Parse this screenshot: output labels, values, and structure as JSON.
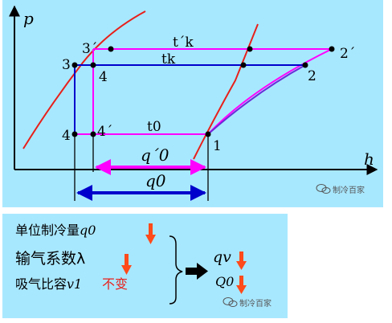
{
  "diagram": {
    "axis_p": "p",
    "axis_h": "h",
    "points": {
      "p1": "1",
      "p2": "2",
      "p2p": "2´",
      "p3": "3",
      "p3p": "3´",
      "p4top": "4",
      "p4bottom": "4",
      "p4p": "4´"
    },
    "lines": {
      "tk_prime": "t´k",
      "tk": "tk",
      "t0": "t0"
    },
    "spans": {
      "q0_prime": "q´0",
      "q0": "q0"
    },
    "watermark": "制冷百家",
    "colors": {
      "saturation_curve": "#e8201a",
      "pink_line": "#ff00ff",
      "blue_line": "#0000cc",
      "process_curve": "#6a2bd8"
    }
  },
  "factors": {
    "q0_label": "单位制冷量",
    "q0_symbol": "q0",
    "lambda_label": "输气系数λ",
    "v1_label": "吸气比容",
    "v1_symbol": "v1",
    "unchanged": "不变",
    "result_qv": "qv",
    "result_Q0": "Q0",
    "watermark": "制冷百家"
  }
}
